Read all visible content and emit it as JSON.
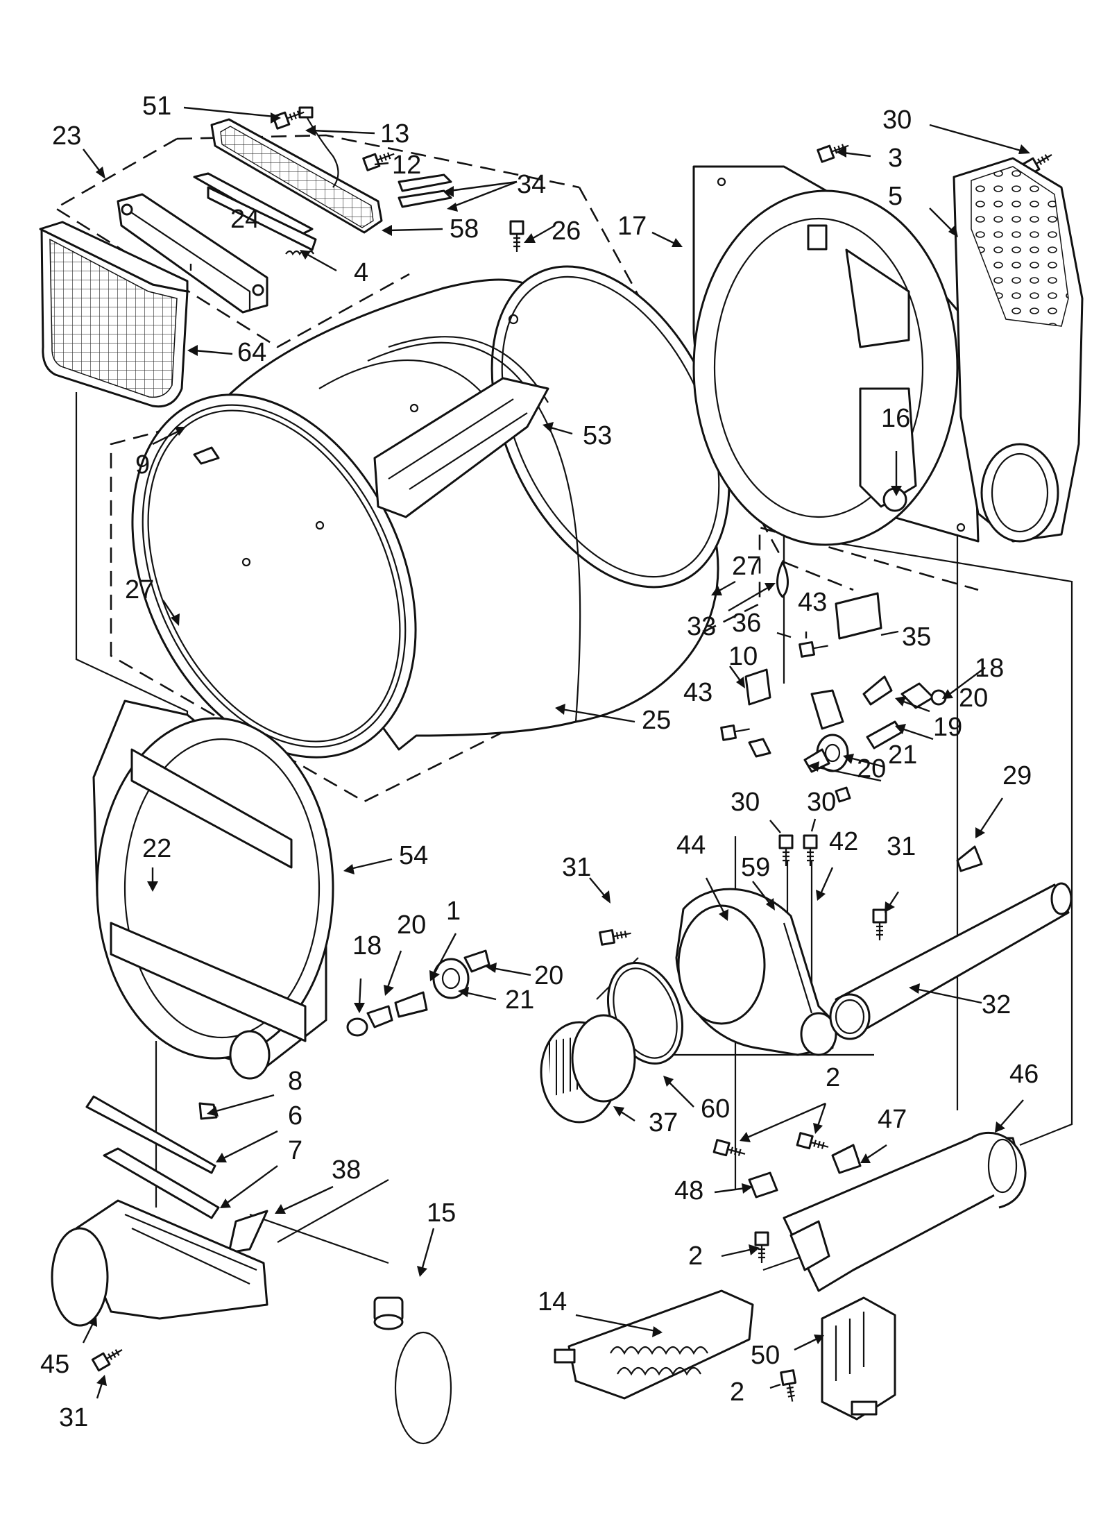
{
  "callouts": [
    {
      "id": "51",
      "text": "51"
    },
    {
      "id": "13",
      "text": "13"
    },
    {
      "id": "12",
      "text": "12"
    },
    {
      "id": "23",
      "text": "23"
    },
    {
      "id": "34",
      "text": "34"
    },
    {
      "id": "58",
      "text": "58"
    },
    {
      "id": "26",
      "text": "26"
    },
    {
      "id": "24",
      "text": "24"
    },
    {
      "id": "4",
      "text": "4"
    },
    {
      "id": "64",
      "text": "64"
    },
    {
      "id": "53",
      "text": "53"
    },
    {
      "id": "9",
      "text": "9"
    },
    {
      "id": "27a",
      "text": "27"
    },
    {
      "id": "27b",
      "text": "27"
    },
    {
      "id": "25",
      "text": "25"
    },
    {
      "id": "3",
      "text": "3"
    },
    {
      "id": "30a",
      "text": "30"
    },
    {
      "id": "5",
      "text": "5"
    },
    {
      "id": "17",
      "text": "17"
    },
    {
      "id": "16",
      "text": "16"
    },
    {
      "id": "33",
      "text": "33"
    },
    {
      "id": "36",
      "text": "36"
    },
    {
      "id": "43a",
      "text": "43"
    },
    {
      "id": "35",
      "text": "35"
    },
    {
      "id": "18a",
      "text": "18"
    },
    {
      "id": "10",
      "text": "10"
    },
    {
      "id": "43b",
      "text": "43"
    },
    {
      "id": "20a",
      "text": "20"
    },
    {
      "id": "19",
      "text": "19"
    },
    {
      "id": "21a",
      "text": "21"
    },
    {
      "id": "20b",
      "text": "20"
    },
    {
      "id": "30b",
      "text": "30"
    },
    {
      "id": "30c",
      "text": "30"
    },
    {
      "id": "29",
      "text": "29"
    },
    {
      "id": "22",
      "text": "22"
    },
    {
      "id": "54",
      "text": "54"
    },
    {
      "id": "31a",
      "text": "31"
    },
    {
      "id": "44",
      "text": "44"
    },
    {
      "id": "59",
      "text": "59"
    },
    {
      "id": "42",
      "text": "42"
    },
    {
      "id": "31b",
      "text": "31"
    },
    {
      "id": "20c",
      "text": "20"
    },
    {
      "id": "1",
      "text": "1"
    },
    {
      "id": "18b",
      "text": "18"
    },
    {
      "id": "20d",
      "text": "20"
    },
    {
      "id": "21b",
      "text": "21"
    },
    {
      "id": "32",
      "text": "32"
    },
    {
      "id": "8",
      "text": "8"
    },
    {
      "id": "60",
      "text": "60"
    },
    {
      "id": "2a",
      "text": "2"
    },
    {
      "id": "46",
      "text": "46"
    },
    {
      "id": "6",
      "text": "6"
    },
    {
      "id": "37",
      "text": "37"
    },
    {
      "id": "47",
      "text": "47"
    },
    {
      "id": "7",
      "text": "7"
    },
    {
      "id": "38",
      "text": "38"
    },
    {
      "id": "48",
      "text": "48"
    },
    {
      "id": "15",
      "text": "15"
    },
    {
      "id": "2b",
      "text": "2"
    },
    {
      "id": "14",
      "text": "14"
    },
    {
      "id": "45",
      "text": "45"
    },
    {
      "id": "50",
      "text": "50"
    },
    {
      "id": "2c",
      "text": "2"
    },
    {
      "id": "31c",
      "text": "31"
    }
  ]
}
